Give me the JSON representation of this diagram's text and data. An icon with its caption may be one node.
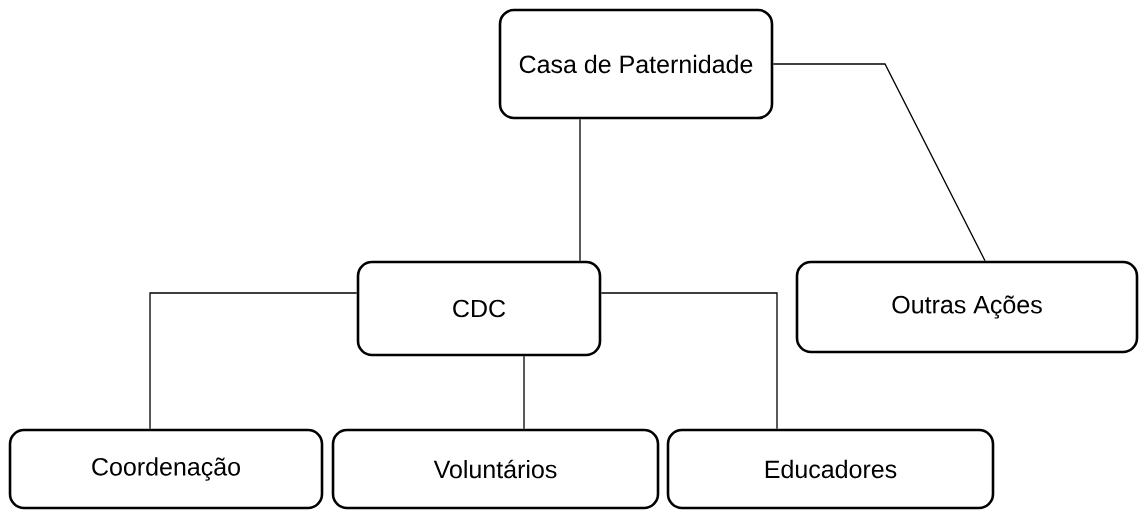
{
  "diagram": {
    "nodes": [
      {
        "text": [
          "Casa de Paternidade"
        ]
      },
      {
        "text": [
          "CDC"
        ]
      },
      {
        "text": [
          "Outras Ações"
        ]
      },
      {
        "text": [
          "Coordenação"
        ]
      },
      {
        "text": [
          "Voluntários"
        ]
      },
      {
        "text": [
          "Educadores"
        ]
      }
    ],
    "edges": [
      {
        "from": 0,
        "to": 1,
        "arrow": "none"
      },
      {
        "from": 0,
        "to": 2,
        "arrow": "none"
      },
      {
        "from": 1,
        "to": 3,
        "arrow": "none"
      },
      {
        "from": 1,
        "to": 4,
        "arrow": "none"
      },
      {
        "from": 1,
        "to": 5,
        "arrow": "none"
      }
    ]
  }
}
